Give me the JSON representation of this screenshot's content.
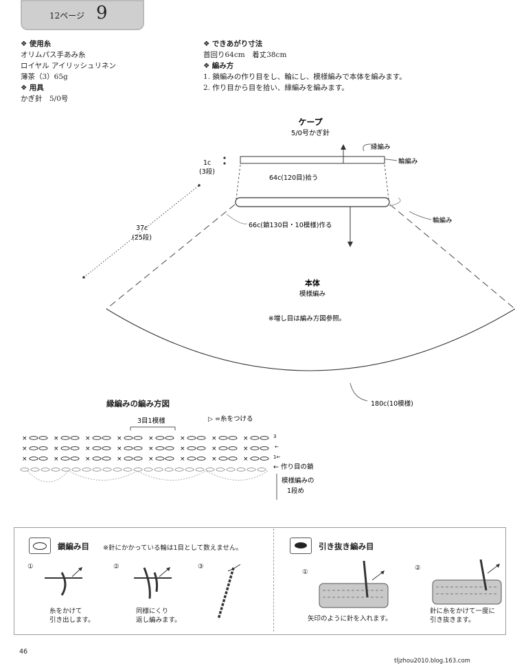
{
  "header": {
    "page_ref": "12ページ",
    "pattern_number": "9"
  },
  "materials": {
    "yarn_heading": "使用糸",
    "yarn_lines": [
      "オリムパス手あみ糸",
      "ロイヤル アイリッシュリネン",
      "薄茶（3）65g"
    ],
    "tools_heading": "用具",
    "tools_line": "かぎ針　5/0号"
  },
  "finished": {
    "heading": "できあがり寸法",
    "size_line": "首回り64cm　着丈38cm",
    "method_heading": "編み方",
    "steps": [
      "1. 鎖編みの作り目をし、輪にし、模様編みで本体を編みます。",
      "2. 作り目から目を拾い、縁編みを編みます。"
    ]
  },
  "diagram": {
    "cape_title": "ケープ",
    "hook": "5/0号かぎ針",
    "edge_label": "縁編み",
    "round_label_1": "輪編み",
    "round_label_2": "輪編み",
    "left_top_1": "1c",
    "left_top_2": "(3段)",
    "pickup": "64c(120目)拾う",
    "chain_start": "66c(鎖130目・10模様)作る",
    "height_1": "37c",
    "height_2": "(25段)",
    "body_title": "本体",
    "body_sub": "模様編み",
    "note": "※増し目は編み方図参照。",
    "bottom": "180c(10模様)"
  },
  "edge_chart": {
    "title": "縁編みの編み方図",
    "repeat": "3目1模様",
    "legend": "=糸をつける",
    "row3": "3",
    "row1": "1←",
    "arrow": "←",
    "start_chain": "← 作り目の鎖",
    "pattern_row_1": "模様編みの",
    "pattern_row_2": "1段め"
  },
  "techniques": {
    "chain": {
      "title": "鎖編み目",
      "note": "※針にかかっている輪は1目として数えません。",
      "step1": [
        "糸をかけて",
        "引き出します。"
      ],
      "step2": [
        "同様にくり",
        "返し編みます。"
      ]
    },
    "slip": {
      "title": "引き抜き編み目",
      "step1": [
        "矢印のように針を入れます。"
      ],
      "step2": [
        "針に糸をかけて一度に",
        "引き抜きます。"
      ]
    },
    "nums": [
      "①",
      "②",
      "③",
      "①",
      "②"
    ]
  },
  "footer": {
    "page_number": "46",
    "watermark": "tljzhou2010.blog.163.com"
  }
}
